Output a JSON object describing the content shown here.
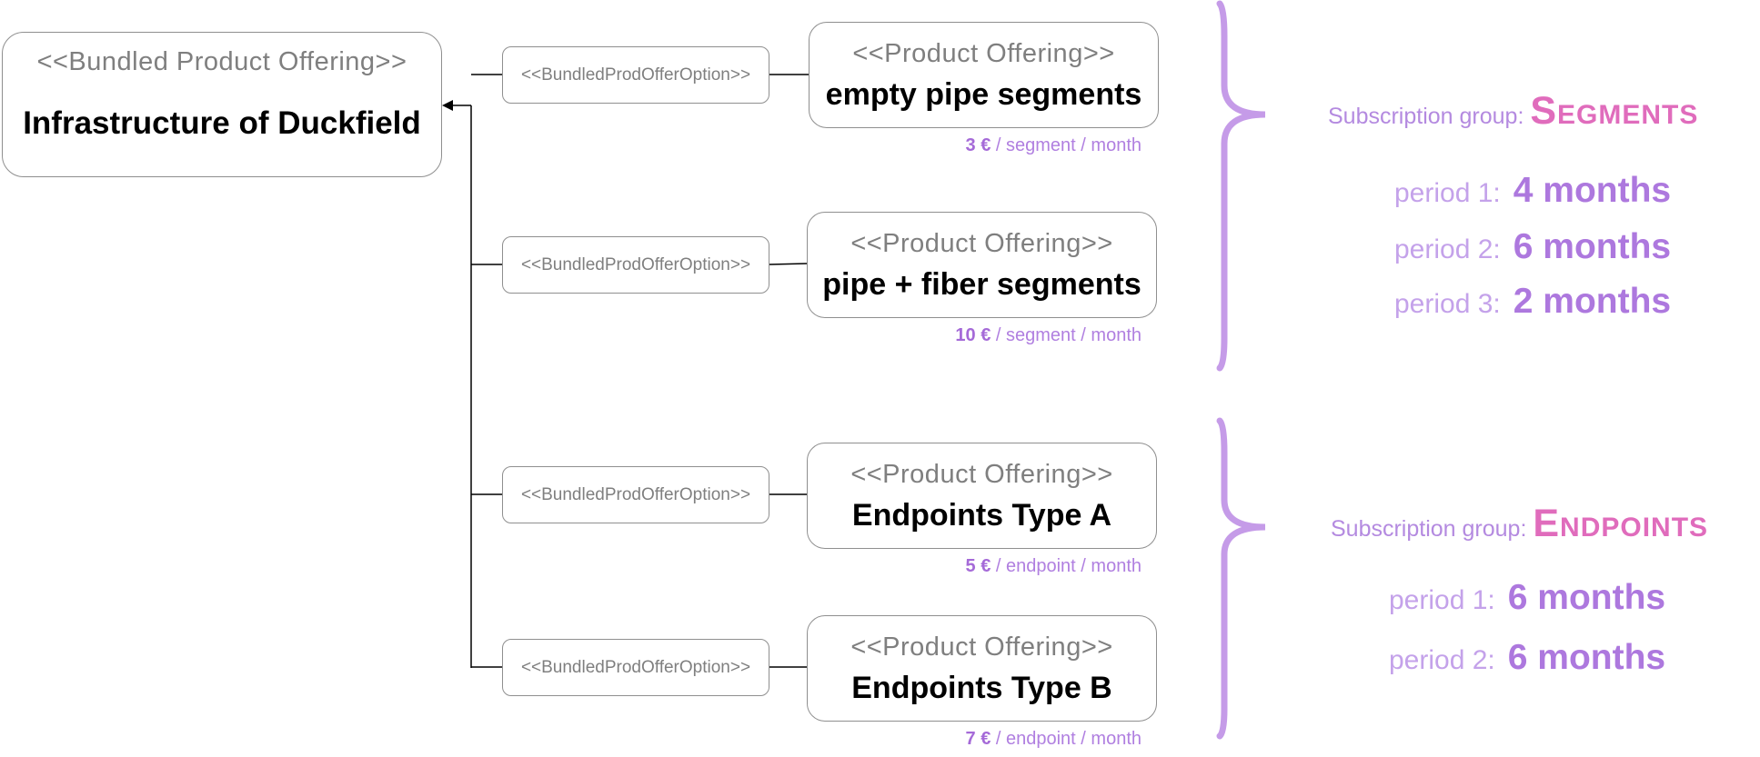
{
  "bundle": {
    "stereotype": "<<Bundled Product Offering>>",
    "name": "Infrastructure of Duckfield"
  },
  "option_label": "<<BundledProdOfferOption>>",
  "offerings": [
    {
      "stereotype": "<<Product Offering>>",
      "name": "empty pipe segments",
      "price_amount": "3 €",
      "price_unit": " / segment / month"
    },
    {
      "stereotype": "<<Product Offering>>",
      "name": "pipe + fiber segments",
      "price_amount": "10 €",
      "price_unit": " / segment / month"
    },
    {
      "stereotype": "<<Product Offering>>",
      "name": "Endpoints Type A",
      "price_amount": "5 €",
      "price_unit": " / endpoint / month"
    },
    {
      "stereotype": "<<Product Offering>>",
      "name": "Endpoints Type B",
      "price_amount": "7 €",
      "price_unit": " / endpoint / month"
    }
  ],
  "groups": [
    {
      "label": "Subscription group:",
      "name": "Segments",
      "periods": [
        {
          "label": "period 1:",
          "value": "4 months"
        },
        {
          "label": "period 2:",
          "value": "6 months"
        },
        {
          "label": "period 3:",
          "value": "2 months"
        }
      ]
    },
    {
      "label": "Subscription group:",
      "name": "Endpoints",
      "periods": [
        {
          "label": "period 1:",
          "value": "6 months"
        },
        {
          "label": "period 2:",
          "value": "6 months"
        }
      ]
    }
  ],
  "colors": {
    "brace": "#c59be8",
    "group_name": "#e06cbc",
    "period_value": "#ad78de",
    "border": "#8f8f8f"
  }
}
